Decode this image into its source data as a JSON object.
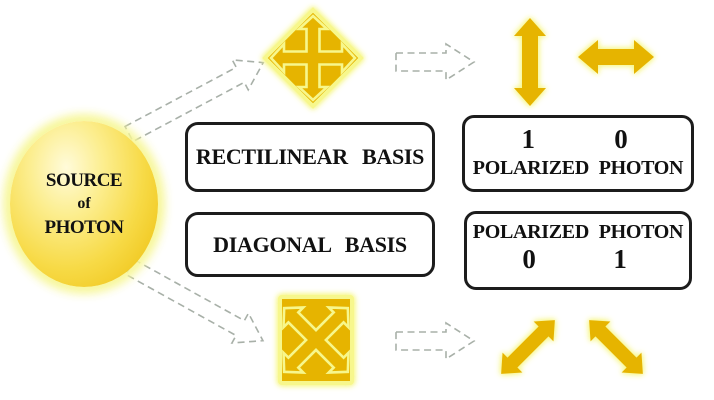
{
  "colors": {
    "gold": "#E6B400",
    "glow_yellow": "#F7F78C",
    "dash_gray": "#A8B0A8",
    "box_border": "#1C1C1C",
    "circle_yellow": "#F7DA46",
    "text": "#111111",
    "background": "#FFFFFF"
  },
  "source": {
    "line1": "SOURCE",
    "line2": "of",
    "line3": "PHOTON"
  },
  "bases": {
    "rectilinear": "RECTILINEAR BASIS",
    "diagonal": "DIAGONAL BASIS"
  },
  "outputs": {
    "rectilinear": {
      "bit_left": "1",
      "bit_right": "0",
      "label": "POLARIZED PHOTON"
    },
    "diagonal": {
      "label": "POLARIZED PHOTON",
      "bit_left": "0",
      "bit_right": "1"
    }
  },
  "icons": {
    "rectilinear_basis": "four-way-cross-arrows-diamond",
    "diagonal_basis": "four-way-diagonal-arrows-square",
    "vertical_polarization": "vertical-double-arrow",
    "horizontal_polarization": "horizontal-double-arrow",
    "diagonal_polarization_ne": "diagonal-double-arrow-ne",
    "diagonal_polarization_se": "diagonal-double-arrow-se"
  }
}
